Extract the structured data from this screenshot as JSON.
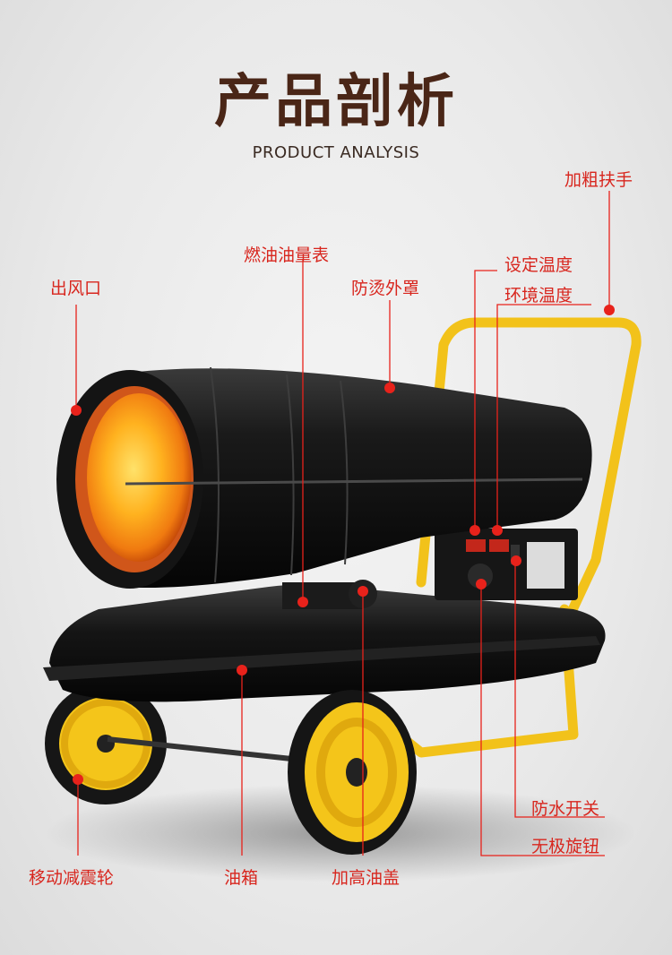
{
  "header": {
    "title": "产品剖析",
    "subtitle": "PRODUCT ANALYSIS"
  },
  "labels": {
    "thick_handle": "加粗扶手",
    "fuel_gauge": "燃油油量表",
    "set_temperature": "设定温度",
    "outlet": "出风口",
    "anti_scald_cover": "防烫外罩",
    "ambient_temperature": "环境温度",
    "waterproof_switch": "防水开关",
    "stepless_knob": "无极旋钮",
    "shock_absorbing_wheels": "移动减震轮",
    "fuel_tank": "油箱",
    "raised_fuel_cap": "加高油盖"
  },
  "colors": {
    "title": "#4a2617",
    "label": "#d8261e",
    "marker": "#e8221b",
    "body": "#111111",
    "frame": "#f2c21a"
  }
}
